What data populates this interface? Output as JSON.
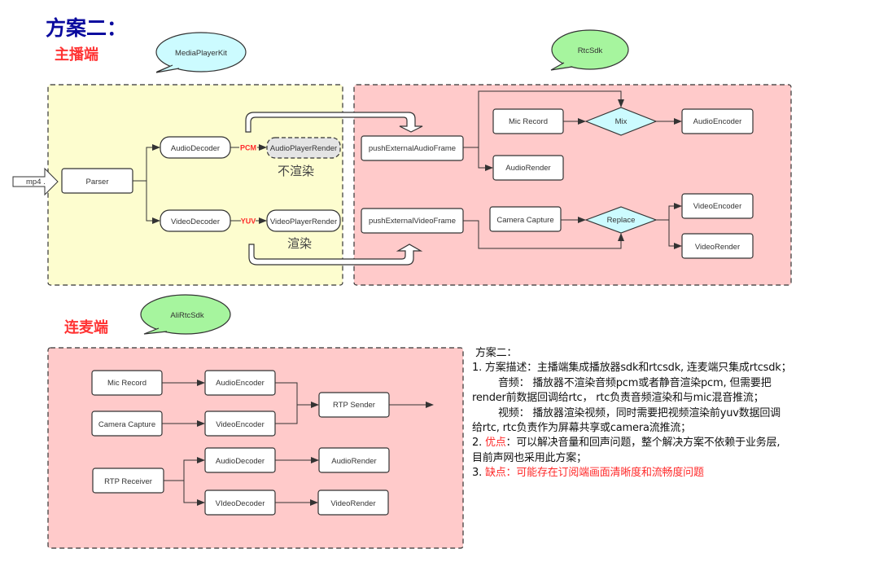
{
  "title": "方案二：",
  "colors": {
    "title": "#0a0a9e",
    "section_label": "#ff3333",
    "yellow_panel": "#fdfdcf",
    "pink_panel": "#ffcaca",
    "bubble_cyan": "#ccfbff",
    "bubble_green": "#a6f59e",
    "diamond": "#ccfbff",
    "accent_red": "#ff2a2a"
  },
  "host": {
    "label": "主播端",
    "player_bubble": "MediaPlayerKit",
    "rtc_bubble": "RtcSdk",
    "input_label": "mp4 .",
    "nodes": {
      "parser": "Parser",
      "audio_decoder": "AudioDecoder",
      "video_decoder": "VideoDecoder",
      "audio_player_render": "AudioPlayerRender",
      "video_player_render": "VideoPlayerRender",
      "push_audio": "pushExternalAudioFrame",
      "push_video": "pushExternalVideoFrame",
      "mic_record": "Mic Record",
      "mix": "Mix",
      "audio_encoder": "AudioEncoder",
      "audio_render": "AudioRender",
      "camera_capture": "Camera Capture",
      "replace": "Replace",
      "video_encoder": "VideoEncoder",
      "video_render": "VideoRender"
    },
    "edge_labels": {
      "pcm": "PCM",
      "yuv": "YUV"
    },
    "notes": {
      "no_render": "不渲染",
      "render": "渲染"
    }
  },
  "guest": {
    "label": "连麦端",
    "bubble": "AliRtcSdk",
    "nodes": {
      "mic_record": "Mic Record",
      "camera_capture": "Camera Capture",
      "audio_encoder": "AudioEncoder",
      "video_encoder": "VideoEncoder",
      "rtp_sender": "RTP Sender",
      "rtp_receiver": "RTP Receiver",
      "audio_decoder": "AudioDecoder",
      "video_decoder": "VIdeoDecoder",
      "audio_render": "AudioRender",
      "video_render": "VideoRender"
    }
  },
  "description": {
    "heading": "方案二：",
    "item1_prefix": "1. 方案描述：主播端集成播放器sdk和rtcsdk, 连麦端只集成rtcsdk；",
    "audio_line1": "音频： 播放器不渲染音频pcm或者静音渲染pcm, 但需要把",
    "audio_line2": "render前数据回调给rtc， rtc负责音频渲染和与mic混音推流；",
    "video_line1": "视频： 播放器渲染视频，同时需要把视频渲染前yuv数据回调",
    "video_line2": "给rtc, rtc负责作为屏幕共享或camera流推流；",
    "item2_num": "2. ",
    "item2_label": "优点",
    "item2_text": "：可以解决音量和回声问题，整个解决方案不依赖于业务层,",
    "item2_line2": "目前声网也采用此方案；",
    "item3_num": "3. ",
    "item3_label": "缺点",
    "item3_text": "：可能存在订阅端画面清晰度和流畅度问题"
  }
}
